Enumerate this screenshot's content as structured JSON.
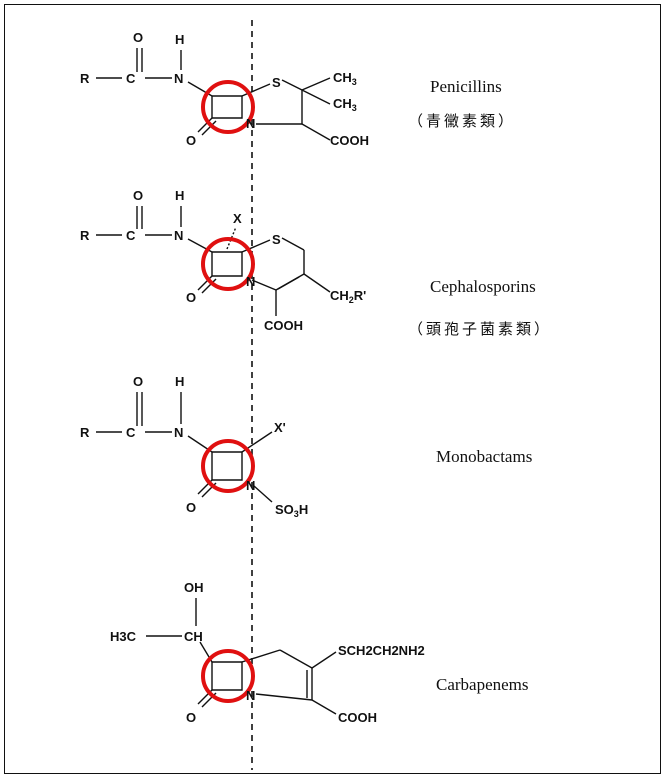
{
  "colors": {
    "highlight": "#e01010",
    "ink": "#111111"
  },
  "classes": [
    {
      "name": "Penicillins",
      "zh": "（青黴素類）"
    },
    {
      "name": "Cephalosporins",
      "zh": "（頭孢子菌素類）"
    },
    {
      "name": "Monobactams",
      "zh": ""
    },
    {
      "name": "Carbapenems",
      "zh": ""
    }
  ],
  "atoms": {
    "R": "R",
    "C": "C",
    "O": "O",
    "H": "H",
    "N": "N",
    "S": "S",
    "CH": "CH",
    "CH3": "CH",
    "COOH": "COOH",
    "CH2R": "CH",
    "CH2R_tail": "R'",
    "X": "X",
    "Xp": "X'",
    "SO3H_a": "SO",
    "SO3H_b": "H",
    "OH": "OH",
    "H3C": "H3C",
    "SCH2": "SCH2CH2NH2",
    "sub2": "2",
    "sub3": "3",
    "subH3": "3"
  }
}
